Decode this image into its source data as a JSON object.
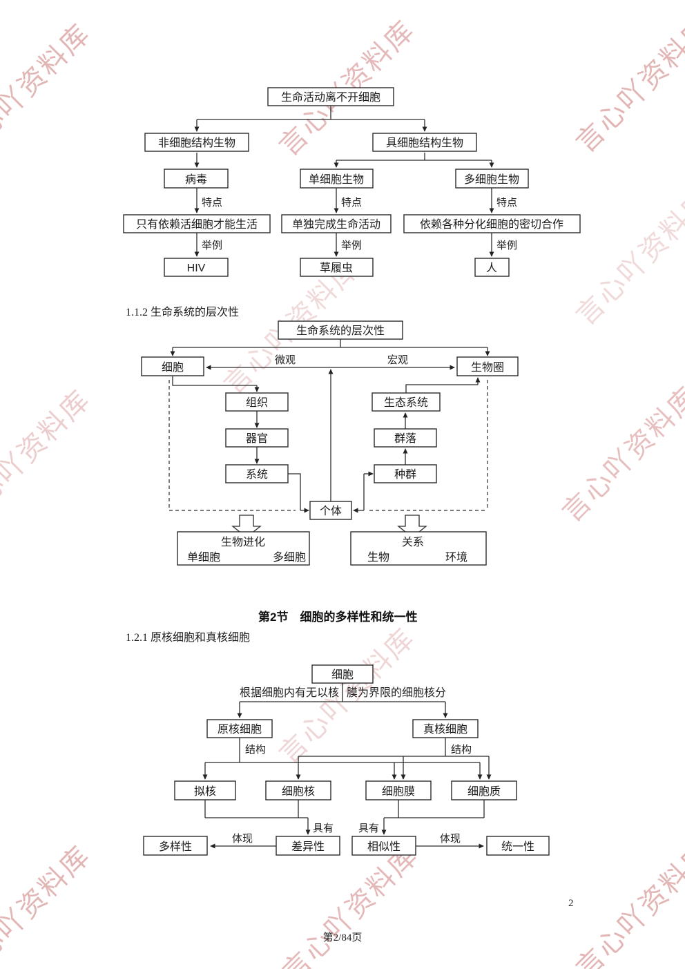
{
  "watermark": {
    "text": "言心吖资料库",
    "color": "#c96f6f"
  },
  "headings": {
    "section112": "1.1.2 生命系统的层次性",
    "section2": "第2节　细胞的多样性和统一性",
    "section121": "1.2.1 原核细胞和真核细胞"
  },
  "d1": {
    "root": "生命活动离不开细胞",
    "non_cellular": "非细胞结构生物",
    "cellular": "具细胞结构生物",
    "virus": "病毒",
    "unicellular": "单细胞生物",
    "multicellular": "多细胞生物",
    "feature_label": "特点",
    "example_label": "举例",
    "virus_feature": "只有依赖活细胞才能生活",
    "unicellular_feature": "单独完成生命活动",
    "multicellular_feature": "依赖各种分化细胞的密切合作",
    "virus_example": "HIV",
    "unicellular_example": "草履虫",
    "multicellular_example": "人"
  },
  "d2": {
    "root": "生命系统的层次性",
    "micro": "微观",
    "macro": "宏观",
    "cell": "细胞",
    "biosphere": "生物圈",
    "tissue": "组织",
    "organ": "器官",
    "system": "系统",
    "ecosystem": "生态系统",
    "community": "群落",
    "population": "种群",
    "individual": "个体",
    "evolution_title": "生物进化",
    "evolution_from": "单细胞",
    "evolution_to": "多细胞",
    "relation_title": "关系",
    "relation_left": "生物",
    "relation_right": "环境"
  },
  "d3": {
    "cell": "细胞",
    "criterion_left": "根据细胞内有无以核",
    "criterion_right": "膜为界限的细胞核分",
    "prokaryote": "原核细胞",
    "eukaryote": "真核细胞",
    "structure_label": "结构",
    "nucleoid": "拟核",
    "nucleus": "细胞核",
    "membrane": "细胞膜",
    "cytoplasm": "细胞质",
    "have_label": "具有",
    "reflect_label": "体现",
    "diversity": "多样性",
    "difference": "差异性",
    "similarity": "相似性",
    "unity": "统一性"
  },
  "page": {
    "footer": "第2/84页",
    "number": "2"
  }
}
